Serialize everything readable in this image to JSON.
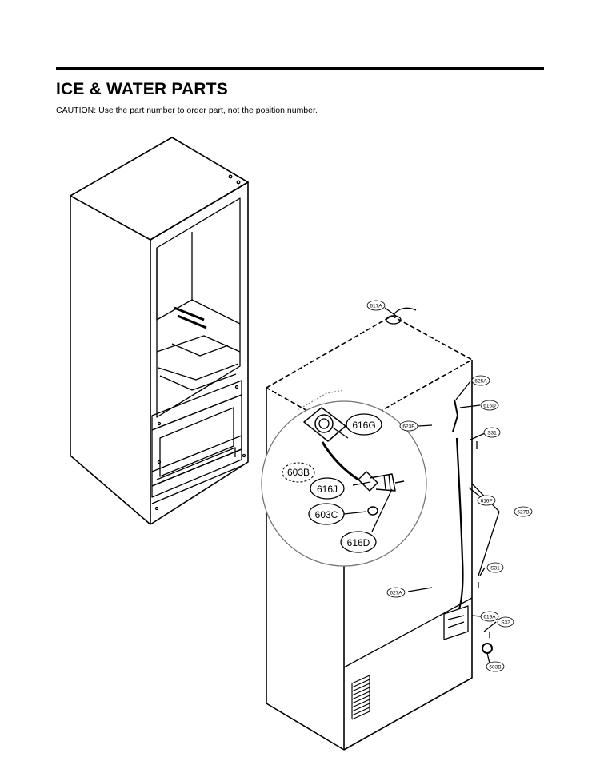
{
  "header": {
    "title": "ICE & WATER PARTS",
    "caution": "CAUTION: Use the part number to order part, not the position number."
  },
  "callouts": {
    "big": [
      "616G",
      "603B",
      "616J",
      "603C",
      "616D"
    ],
    "small": [
      "617A",
      "625A",
      "616D",
      "623B",
      "S31",
      "616F",
      "627B",
      "S31",
      "627A",
      "619A",
      "S32",
      "603B"
    ]
  }
}
